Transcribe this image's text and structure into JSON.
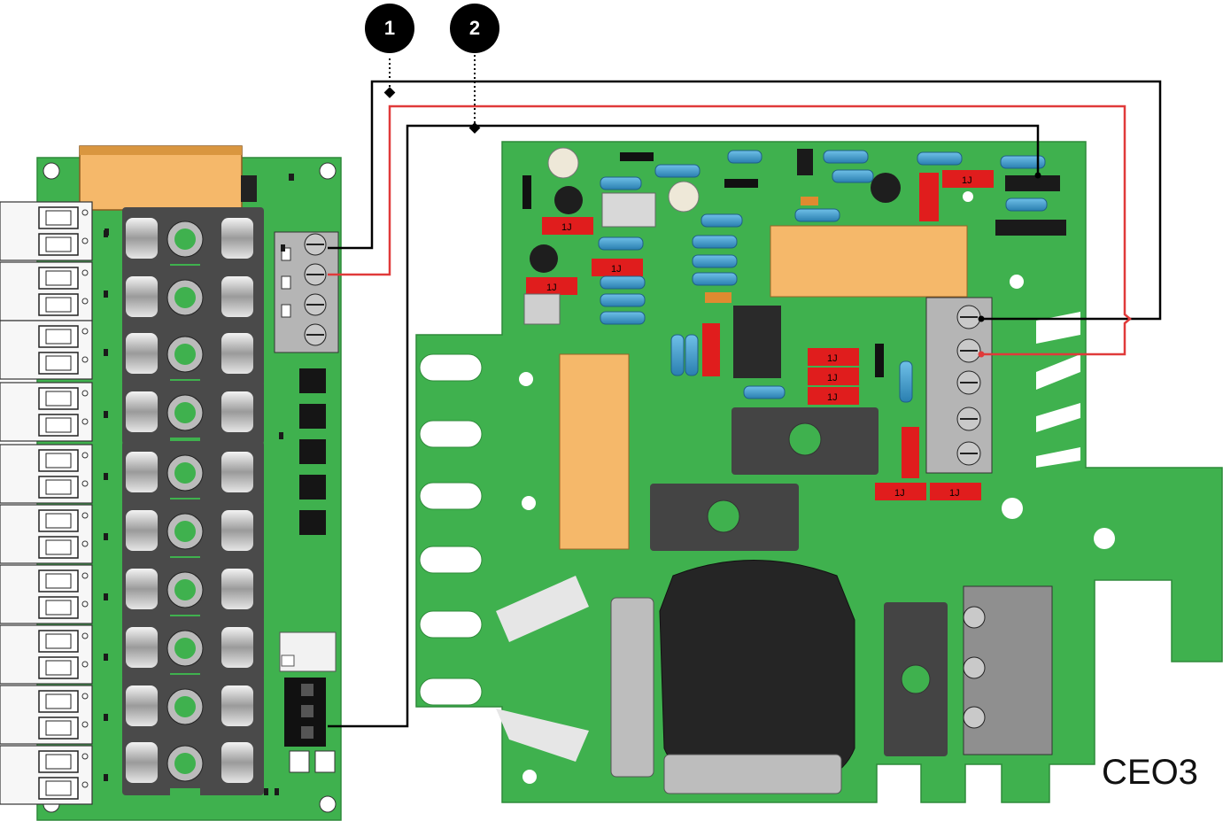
{
  "markers": [
    {
      "id": "1",
      "label": "1"
    },
    {
      "id": "2",
      "label": "2"
    }
  ],
  "model_label": "CEO3",
  "colors": {
    "board": "#3fb14e",
    "board_edge": "#2f8a3a",
    "wire_black": "#000000",
    "wire_red": "#e03a3a",
    "component_orange": "#f5b86a",
    "label_red": "#e01d1d"
  },
  "components": {
    "resistor_label": "1J"
  }
}
